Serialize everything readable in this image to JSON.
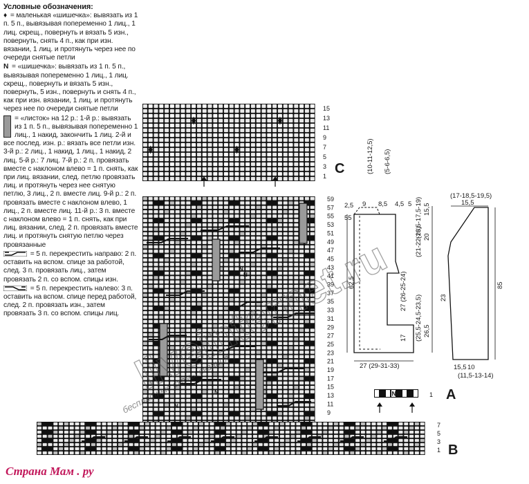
{
  "legend": {
    "title": "Условные обозначения:",
    "items": [
      {
        "symbol": "♦",
        "text": " = маленькая «шишечка»: вывязать из 1 п. 5 п., вывязывая попеременно 1 лиц., 1 лиц. скрещ., повернуть и вязать 5 изн., повернуть, снять 4 п., как при изн. вязании, 1 лиц. и протянуть через нее по очереди снятые петли"
      },
      {
        "symbol": "N",
        "text": " = «шишечка»: вывязать из 1 п. 5 п., вывязывая попеременно 1 лиц., 1 лиц. скрещ., повернуть и вязать 5 изн., повернуть, 5 изн., повернуть и снять 4 п., как при изн. вязании, 1 лиц. и протянуть через нее по очереди снятые петли"
      },
      {
        "symbol": "",
        "text": " = «листок» на 12 р.: 1-й р.: вывязать из 1 п. 5 п., вывязывая попеременно 1 лиц., 1 накид, закончить 1 лиц. 2-й и все послед. изн. р.: вязать все петли изн. 3-й р.: 2 лиц., 1 накид, 1 лиц., 1 накид, 2 лиц. 5-й р.: 7 лиц. 7-й р.: 2 п. провязать вместе с наклоном влево = 1 п. снять, как при лиц. вязании, след. петлю провязать лиц. и протянуть через нее снятую петлю, 3 лиц., 2 п. вместе лиц. 9-й р.: 2 п. провязать вместе с наклоном влево, 1 лиц., 2 п. вместе лиц. 11-й р.: 3 п. вместе с наклоном влево = 1 п. снять, как при лиц. вязании, след. 2 п. провязать вместе лиц. и протянуть снятую петлю через провязанные"
      },
      {
        "symbol": "",
        "text": " = 5 п. перекрестить направо: 2 п. оставить на вспом. спице за работой, след. 3 п. провязать лиц., затем провязать 2 п. со вспом. спицы изн."
      },
      {
        "symbol": "",
        "text": " = 5 п. перекрестить налево: 3 п. оставить на вспом. спице перед работой, след. 2 п. провязать изн., затем провязать 3 п. со вспом. спицы лиц."
      }
    ]
  },
  "chart_c": {
    "label": "C",
    "row_numbers": [
      "15",
      "13",
      "11",
      "9",
      "7",
      "5",
      "3",
      "1"
    ]
  },
  "chart_main": {
    "row_numbers": [
      "59",
      "57",
      "55",
      "53",
      "51",
      "49",
      "47",
      "45",
      "43",
      "41",
      "39",
      "37",
      "35",
      "33",
      "31",
      "29",
      "27",
      "25",
      "23",
      "21",
      "19",
      "17",
      "15",
      "13",
      "11",
      "9"
    ]
  },
  "chart_b": {
    "label": "B",
    "row_numbers": [
      "7",
      "5",
      "3",
      "1"
    ]
  },
  "chart_a": {
    "label": "A",
    "row_number": "1",
    "bobble_symbol": "N"
  },
  "body_schema": {
    "top_note": "(10-11-12,5)",
    "top_note2": "(5-6-6,5)",
    "dims": [
      "2,5",
      "9",
      "8,5",
      "4,5",
      "5",
      "55",
      "62,5",
      "(21-22-23)",
      "20",
      "(16,5-17,5-19)",
      "15,5",
      "27 (26-25-24)",
      "(25,5-24,5-23,5)",
      "26,5",
      "17",
      "27 (29-31-33)"
    ]
  },
  "sleeve_schema": {
    "top_note": "(17-18,5-19,5)",
    "dims": [
      "15,5",
      "23",
      "85",
      "15,5",
      "10",
      "(11,5-13-14)"
    ]
  },
  "watermarks": {
    "site": "liveinternet.ru",
    "slogan": "бесплатные схемы вязания",
    "footer": "Страна Мам . ру"
  },
  "colors": {
    "ink": "#1a1a1a",
    "cell_light": "#e8e8e8",
    "cell_mid": "#bdbdbd",
    "leaf": "#9a9a9a",
    "brand": "#c2185b"
  }
}
